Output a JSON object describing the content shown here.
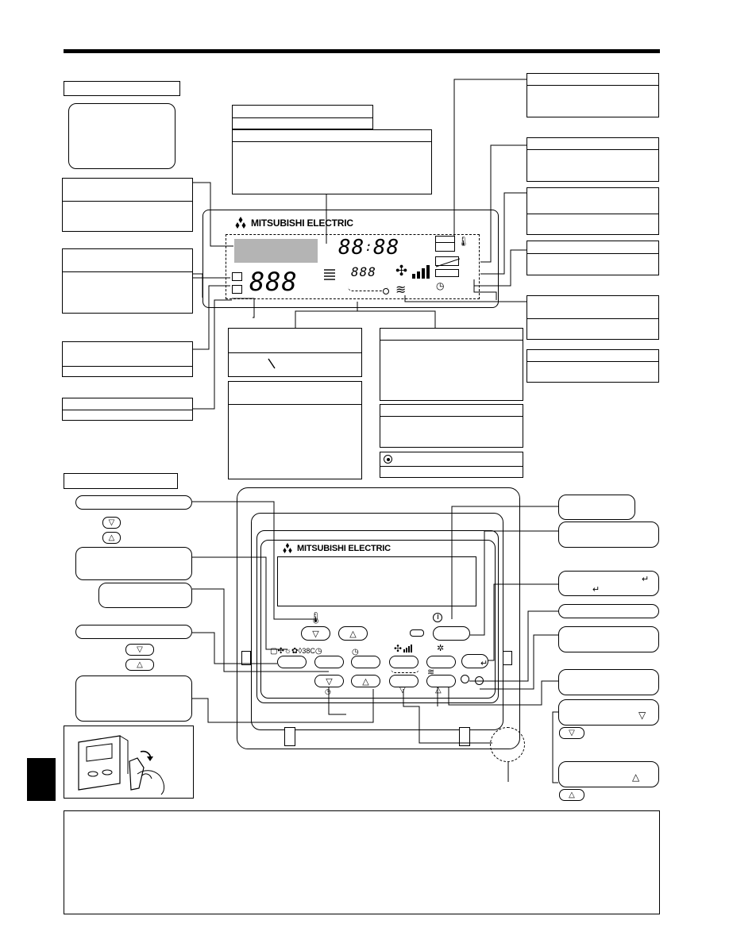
{
  "brand": {
    "logo_text": "MITSUBISHI ELECTRIC"
  },
  "display": {
    "clock_digits": "88",
    "clock_separator": ":",
    "clock_digits_right": "88",
    "temp_digits": "888",
    "vane_digits": "888"
  },
  "controller": {
    "up_arrow": "△",
    "down_arrow": "▽",
    "enter_symbol": "↵"
  },
  "icons": {
    "mode_icons": "▢✣☼✿◊",
    "timer_icon": "◷",
    "fan_icon": "✣",
    "airflow_icon": "≋",
    "louver_icon": "✲",
    "thermo_icon": "🌡"
  }
}
